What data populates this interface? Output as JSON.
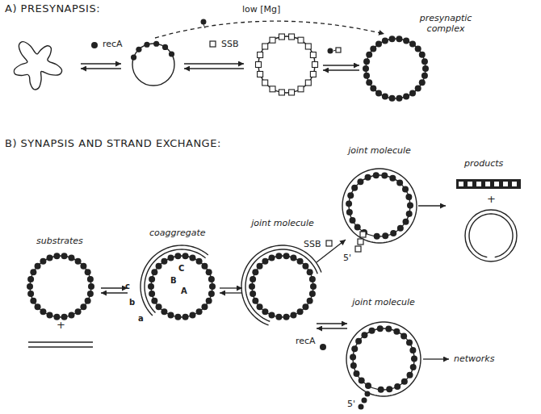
{
  "diagram": {
    "labels": [
      "A) PRESYNAPSIS:",
      "recA",
      "SSB",
      "low [Mg]",
      "presynaptic complex",
      "B) SYNAPSIS AND STRAND EXCHANGE:",
      "substrates",
      "+",
      "coaggregate",
      "C",
      "B",
      "A",
      "c",
      "b",
      "a",
      "joint molecule",
      "joint molecule",
      "SSB",
      "5'",
      "products",
      "+",
      "recA",
      "joint molecule",
      "5'",
      "networks"
    ]
  }
}
